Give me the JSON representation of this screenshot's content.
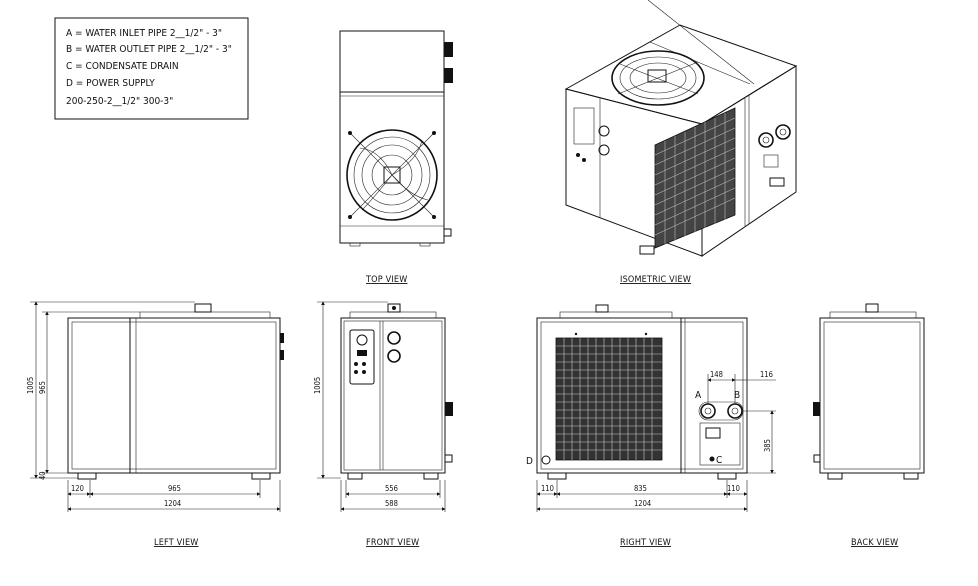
{
  "legend": {
    "line_a": "A = WATER INLET PIPE  2__1/2\" - 3\"",
    "line_b": "B = WATER OUTLET PIPE 2__1/2\" - 3\"",
    "line_c": "C = CONDENSATE DRAIN",
    "line_d": "D = POWER SUPPLY",
    "line_sizes": "200-250-2__1/2\"    300-3\""
  },
  "views": {
    "top": "TOP VIEW",
    "isometric": "ISOMETRIC VIEW",
    "left": "LEFT VIEW",
    "front": "FRONT VIEW",
    "right": "RIGHT VIEW",
    "back": "BACK VIEW"
  },
  "dimensions": {
    "left_height_total": "1005",
    "left_height_body": "965",
    "left_foot": "40",
    "left_offset": "120",
    "left_inner_width": "965",
    "left_total_width": "1204",
    "front_height": "1005",
    "front_inner_width": "556",
    "front_total_width": "588",
    "right_pipe_spacing": "148",
    "right_pipe_edge": "116",
    "right_pipe_height": "385",
    "right_left_offset": "110",
    "right_inner_width": "835",
    "right_right_offset": "110",
    "right_total_width": "1204"
  },
  "labels": {
    "a": "A",
    "b": "B",
    "c": "C",
    "d": "D"
  }
}
